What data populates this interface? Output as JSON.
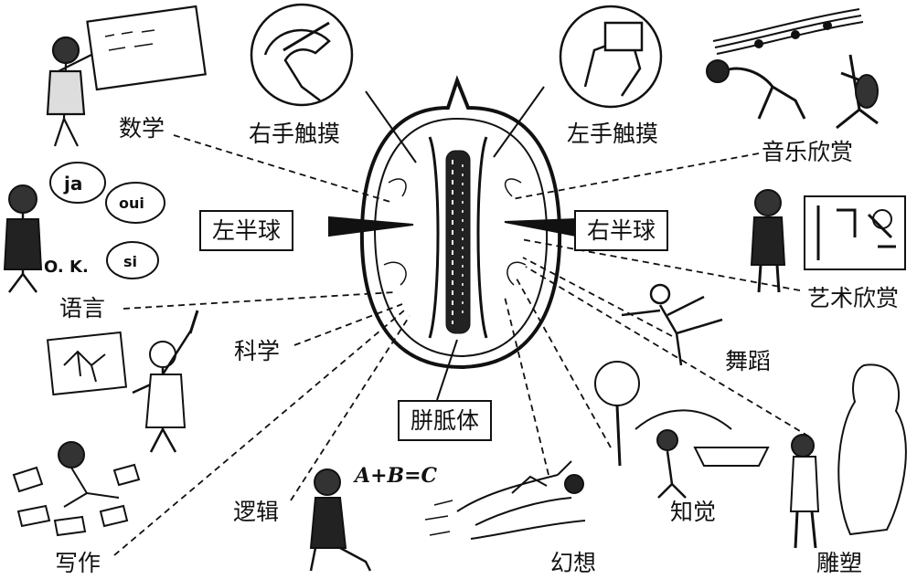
{
  "labels": {
    "right_hand_touch": "右手触摸",
    "left_hand_touch": "左手触摸",
    "math": "数学",
    "music": "音乐欣赏",
    "left_hemisphere": "左半球",
    "right_hemisphere": "右半球",
    "language": "语言",
    "art": "艺术欣赏",
    "science": "科学",
    "dance": "舞蹈",
    "corpus_callosum": "胼胝体",
    "writing": "写作",
    "logic": "逻辑",
    "perception": "知觉",
    "fantasy": "幻想",
    "sculpture": "雕塑"
  },
  "formula": "A+B=C",
  "speech_bubbles": {
    "ja": "ja",
    "oui": "oui",
    "si": "si",
    "ok": "O. K."
  }
}
